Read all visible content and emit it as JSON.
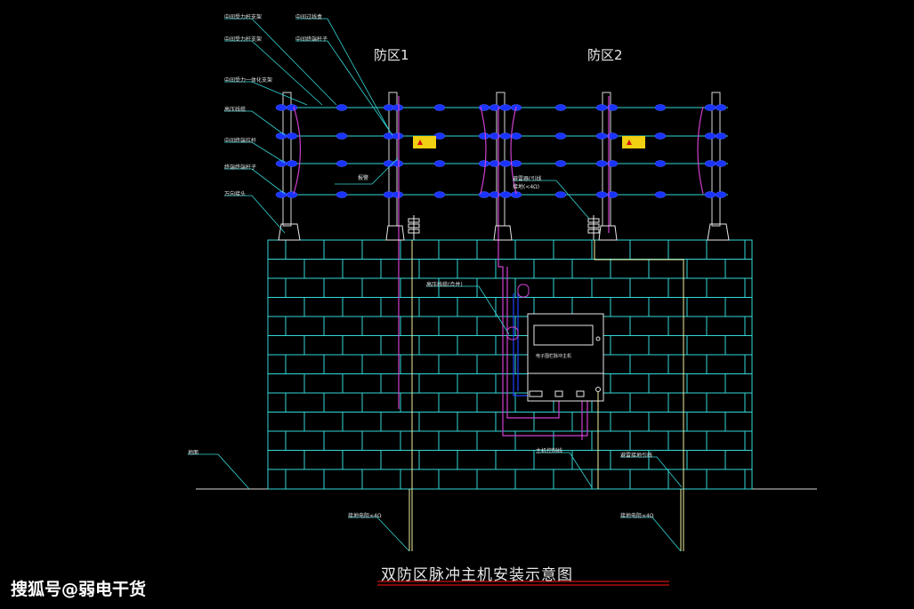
{
  "title": "双防区脉冲主机安装示意图",
  "zones": [
    "防区1",
    "防区2"
  ],
  "watermark": "搜狐号@弱电干货",
  "labels": {
    "l1": "中间受力杆支架",
    "l2": "中间受力杆支架",
    "l3": "中间受力一体化支架",
    "l4": "高压线缆",
    "l5": "中间终端拉杆",
    "l6": "终端终端杆子",
    "l7": "万向接头",
    "l8": "中间过线盒",
    "l9": "中间终端杆子",
    "l10": "报警",
    "l11": "避雷器(引线",
    "l12": "接地(<4Ω)",
    "l13": "高压线缆(合并)",
    "l14": "主机控制线",
    "l15": "避雷接地引线",
    "l16": "地面",
    "l17": "接地电阻≤4Ω",
    "l18": "接地电阻≤4Ω",
    "panel": "电子围栏脉冲主机"
  },
  "colors": {
    "wall": "#34d8d8",
    "wire": "#34d8d8",
    "insulator": "#1a33ff",
    "post": "#d8d8d8",
    "hv_cable": "#d040d0",
    "ground": "#f0f0a0",
    "underline": "#d01010",
    "warning": "#f0d010"
  }
}
